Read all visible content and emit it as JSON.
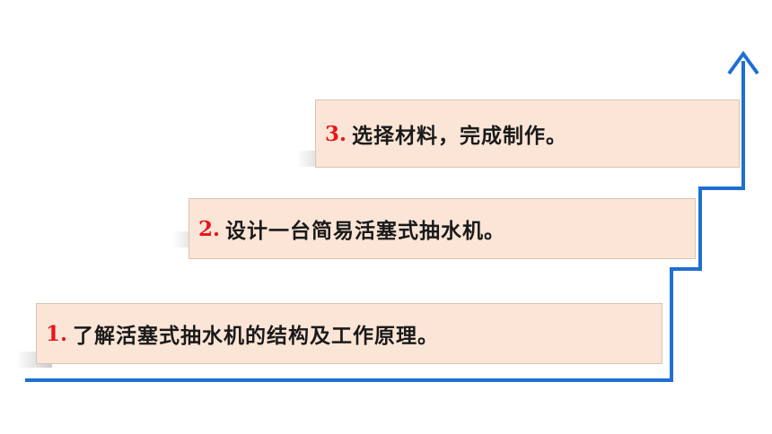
{
  "steps": [
    {
      "number": "1.",
      "text": "了解活塞式抽水机的结构及工作原理。"
    },
    {
      "number": "2.",
      "text": "设计一台简易活塞式抽水机。"
    },
    {
      "number": "3.",
      "text": "选择材料，完成制作。"
    }
  ],
  "colors": {
    "box_fill": "#fbe5d6",
    "number": "#e8161b",
    "arrow": "#1f6fd1"
  }
}
